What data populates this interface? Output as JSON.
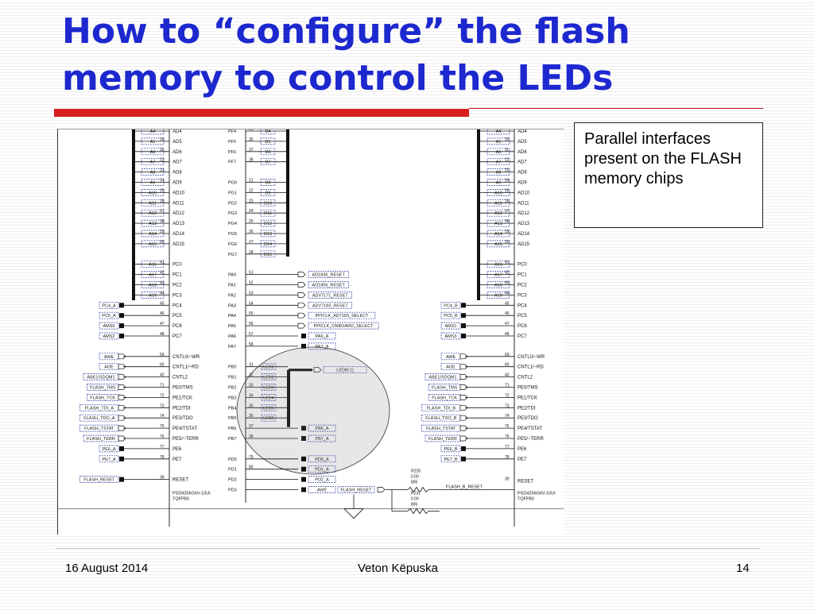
{
  "title": "How to “configure” the flash memory to control the LEDs",
  "callout": "Parallel interfaces present on the FLASH memory chips",
  "footer": {
    "date": "16 August 2014",
    "author": "Veton Këpuska",
    "page": "14"
  },
  "schematic": {
    "left_chip": {
      "top_nets": [
        "A4",
        "A5",
        "A6",
        "A7",
        "A8",
        "A9",
        "A10",
        "A11",
        "A12",
        "A13",
        "A14",
        "A15"
      ],
      "top_pin_nums": [
        "",
        "10",
        "11",
        "12",
        "13",
        "14",
        "15",
        "16",
        "17",
        "18",
        "19",
        "20"
      ],
      "top_pins": [
        "AD4",
        "AD5",
        "AD6",
        "AD7",
        "AD8",
        "AD9",
        "AD10",
        "AD11",
        "AD12",
        "AD13",
        "AD14",
        "AD15"
      ],
      "pc_nets": [
        "A16",
        "A17",
        "A18",
        "A19"
      ],
      "pc_pin_nums": [
        "41",
        "42",
        "43",
        "44"
      ],
      "pc_pins": [
        "PC0",
        "PC1",
        "PC2",
        "PC3"
      ],
      "mid_nets": [
        "PC4_A",
        "PC5_A",
        "AMS0",
        "AMS2",
        "",
        "AWE",
        "AOE",
        "ABE1/SDQM1",
        "FLASH_TMS",
        "FLASH_TCK",
        "FLASH_TDI_A",
        "FLASH_TDO_A",
        "FLASH_TSTAT",
        "FLASH_TERR",
        "PE6_A",
        "PE7_A",
        "",
        "FLASH_RESET"
      ],
      "mid_pin_nums": [
        "45",
        "46",
        "47",
        "48",
        "",
        "59",
        "60",
        "40",
        "71",
        "72",
        "73",
        "74",
        "75",
        "76",
        "77",
        "78",
        "",
        "39"
      ],
      "mid_pins": [
        "PC4",
        "PC5",
        "PC6",
        "PC7",
        "",
        "CNTL0/~WR",
        "CNTL1/~RD",
        "CNTL2",
        "PE0/TMS",
        "PE1/TCK",
        "PE2/TDI",
        "PE3/TDO",
        "PE4/TSTAT",
        "PE5/~TERR",
        "PE6",
        "PE7",
        "",
        "RESET"
      ],
      "part": "PSD4256G6V-10UI",
      "package": "TQFP80"
    },
    "pf_pins": [
      "PF4",
      "PF5",
      "PF6",
      "PF7"
    ],
    "pf_pin_nums": [
      "36",
      "35",
      "37",
      "38"
    ],
    "pf_nets": [
      "D4",
      "D5",
      "D6",
      "D7"
    ],
    "pg_pins": [
      "PG0",
      "PG1",
      "PG2",
      "PG3",
      "PG4",
      "PG5",
      "PG6",
      "PG7"
    ],
    "pg_pin_nums": [
      "21",
      "22",
      "23",
      "24",
      "25",
      "26",
      "27",
      "28"
    ],
    "pg_nets": [
      "D8",
      "D9",
      "D10",
      "D11",
      "D12",
      "D13",
      "D14",
      "D15"
    ],
    "pa_pins": [
      "PA0",
      "PA1",
      "PA2",
      "PA3",
      "PA4",
      "PA5",
      "PA6",
      "PA7"
    ],
    "pa_pin_nums": [
      "51",
      "52",
      "53",
      "54",
      "55",
      "56",
      "57",
      "58"
    ],
    "pa_nets": [
      "AD1836_RESET",
      "AD1806_RESET",
      "ADV7171_RESET",
      "ADV7183_RESET",
      "PPICLK_AD7183_SELECT",
      "PPICLK_ONBOARD_SELECT",
      "PA6_A",
      "PA7_A"
    ],
    "pb_pins": [
      "PB0",
      "PB1",
      "PB2",
      "PB3",
      "PB4",
      "PB5",
      "PB6",
      "PB7"
    ],
    "pb_pin_nums": [
      "31",
      "32",
      "33",
      "34",
      "35",
      "36",
      "37",
      "38"
    ],
    "pb_nets": [
      "LED1",
      "LED2",
      "LED3",
      "LED4",
      "LED5",
      "LED6",
      "PB6_A",
      "PB7_A"
    ],
    "led_bus": "LED[6:1]",
    "pd_pins": [
      "PD0",
      "PD1",
      "PD2",
      "PD3"
    ],
    "pd_pin_nums": [
      "79",
      "80",
      "",
      ""
    ],
    "pd_nets": [
      "PD0_A",
      "PD1_A",
      "PD2_A",
      "AWE"
    ],
    "flash_reset": "FLASH_RESET",
    "flash_b_reset": "FLASH_B_RESET",
    "r228": [
      "R228",
      "0.00",
      "805"
    ],
    "r231": [
      "R231",
      "0.00",
      "805"
    ],
    "right_chip": {
      "pc_nets": [
        "PC4_B",
        "PC5_B",
        "AMS1",
        "AMS3"
      ],
      "mid_nets": [
        "AWE",
        "AOE",
        "ABE1/SDQM1",
        "FLASH_TMS",
        "FLASH_TCK",
        "FLASH_TDI_B",
        "FLASH_TDO_B",
        "FLASH_TSTAT",
        "FLASH_TERR",
        "PE6_B",
        "PE7_B"
      ],
      "part": "PSD4256G6V-10UI",
      "package": "TQFP80"
    }
  }
}
